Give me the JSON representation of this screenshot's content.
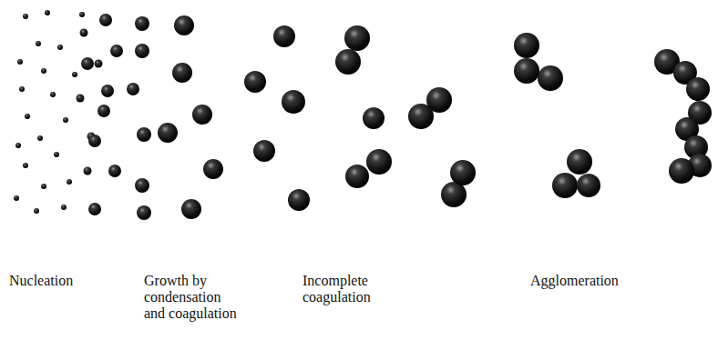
{
  "diagram": {
    "labels": [
      "Nucleation",
      "Growth by condensation and coagulation",
      "Incomplete coagulation",
      "Agglomeration"
    ]
  }
}
